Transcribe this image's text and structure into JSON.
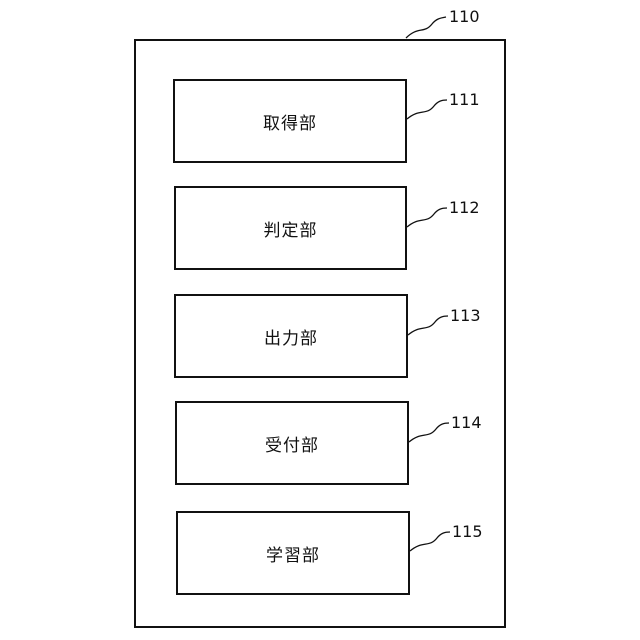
{
  "container": {
    "ref": "110"
  },
  "blocks": [
    {
      "label": "取得部",
      "ref": "111"
    },
    {
      "label": "判定部",
      "ref": "112"
    },
    {
      "label": "出力部",
      "ref": "113"
    },
    {
      "label": "受付部",
      "ref": "114"
    },
    {
      "label": "学習部",
      "ref": "115"
    }
  ]
}
